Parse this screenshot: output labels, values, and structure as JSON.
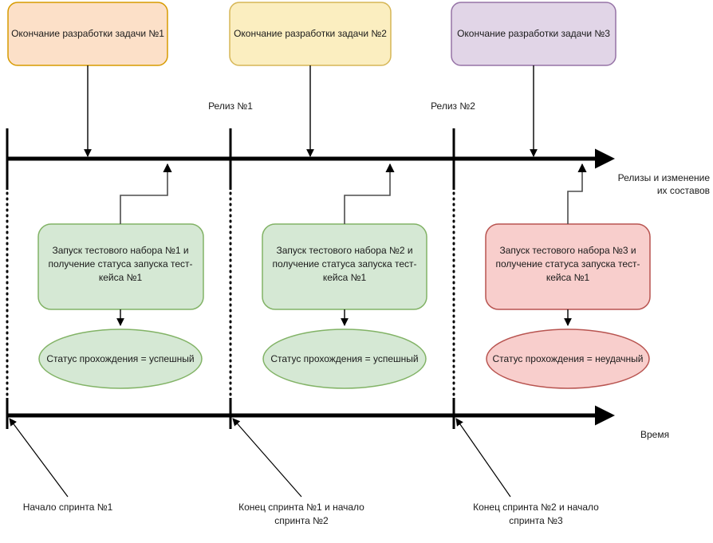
{
  "diagram": {
    "title": "Releases and sprints timeline diagram",
    "top_boxes": [
      {
        "id": "task-1",
        "label": "Окончание разработки задачи №1",
        "fill": "#fce0c8",
        "stroke": "#d79b00"
      },
      {
        "id": "task-2",
        "label": "Окончание разработки задачи №2",
        "fill": "#fbeec0",
        "stroke": "#d6b656"
      },
      {
        "id": "task-3",
        "label": "Окончание разработки задачи №3",
        "fill": "#e1d5e7",
        "stroke": "#9673a6"
      }
    ],
    "release_axis": {
      "label_line1": "Релизы и изменение",
      "label_line2": "их составов",
      "ticks": [
        {
          "id": "release-start",
          "label": ""
        },
        {
          "id": "release-1",
          "label": "Релиз №1"
        },
        {
          "id": "release-2",
          "label": "Релиз №2"
        }
      ]
    },
    "time_axis": {
      "label": "Время",
      "captions": [
        {
          "id": "sprint-start-1",
          "line1": "Начало спринта №1",
          "line2": ""
        },
        {
          "id": "sprint-end-1",
          "line1": "Конец спринта №1 и начало",
          "line2": "спринта №2"
        },
        {
          "id": "sprint-end-2",
          "line1": "Конец спринта №2 и начало",
          "line2": "спринта №3"
        }
      ]
    },
    "test_runs": [
      {
        "id": "test-run-1",
        "line1": "Запуск тестового набора №1 и",
        "line2": "получение статуса запуска тест-",
        "line3": "кейса №1",
        "fill": "#d5e8d4",
        "stroke": "#82b366",
        "status_label": "Статус прохождения = успешный",
        "status_fill": "#d5e8d4",
        "status_stroke": "#82b366"
      },
      {
        "id": "test-run-2",
        "line1": "Запуск тестового набора №2 и",
        "line2": "получение статуса запуска тест-",
        "line3": "кейса №1",
        "fill": "#d5e8d4",
        "stroke": "#82b366",
        "status_label": "Статус прохождения = успешный",
        "status_fill": "#d5e8d4",
        "status_stroke": "#82b366"
      },
      {
        "id": "test-run-3",
        "line1": "Запуск тестового набора №3 и",
        "line2": "получение статуса запуска тест-",
        "line3": "кейса №1",
        "fill": "#f8cecc",
        "stroke": "#b85450",
        "status_label": "Статус прохождения = неудачный",
        "status_fill": "#f8cecc",
        "status_stroke": "#b85450"
      }
    ],
    "colors": {
      "background": "#ffffff",
      "axis": "#000000",
      "text": "#1a1a1a",
      "elbow": "#4d4d4d"
    }
  }
}
